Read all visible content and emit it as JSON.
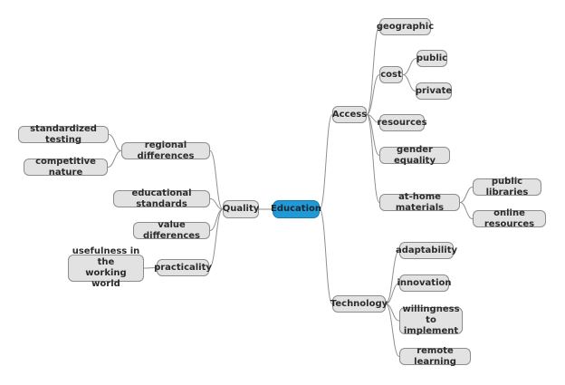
{
  "diagram": {
    "type": "mind-map",
    "colors": {
      "root_fill": "#1f9ad6",
      "node_fill": "#e2e2e2",
      "node_border": "#8c8c8c",
      "line": "#8f8f8f"
    },
    "nodes": [
      {
        "id": "education",
        "label": "Education"
      },
      {
        "id": "access",
        "label": "Access"
      },
      {
        "id": "geographic",
        "label": "geographic"
      },
      {
        "id": "cost",
        "label": "cost"
      },
      {
        "id": "public",
        "label": "public"
      },
      {
        "id": "private",
        "label": "private"
      },
      {
        "id": "resources",
        "label": "resources"
      },
      {
        "id": "gender-equality",
        "label": "gender equality"
      },
      {
        "id": "at-home-materials",
        "label": "at-home materials"
      },
      {
        "id": "public-libraries",
        "label": "public libraries"
      },
      {
        "id": "online-resources",
        "label": "online resources"
      },
      {
        "id": "technology",
        "label": "Technology"
      },
      {
        "id": "adaptability",
        "label": "adaptability"
      },
      {
        "id": "innovation",
        "label": "innovation"
      },
      {
        "id": "willingness",
        "label": "willingness to\nimplement"
      },
      {
        "id": "remote-learning",
        "label": "remote learning"
      },
      {
        "id": "quality",
        "label": "Quality"
      },
      {
        "id": "regional-differences",
        "label": "regional differences"
      },
      {
        "id": "standardized-testing",
        "label": "standardized testing"
      },
      {
        "id": "competitive-nature",
        "label": "competitive nature"
      },
      {
        "id": "educational-standards",
        "label": "educational standards"
      },
      {
        "id": "value-differences",
        "label": "value differences"
      },
      {
        "id": "practicality",
        "label": "practicality"
      },
      {
        "id": "usefulness",
        "label": "usefulness in the\nworking world"
      }
    ],
    "edges": [
      [
        "education",
        "access"
      ],
      [
        "access",
        "geographic"
      ],
      [
        "access",
        "cost"
      ],
      [
        "cost",
        "public"
      ],
      [
        "cost",
        "private"
      ],
      [
        "access",
        "resources"
      ],
      [
        "access",
        "gender-equality"
      ],
      [
        "access",
        "at-home-materials"
      ],
      [
        "at-home-materials",
        "public-libraries"
      ],
      [
        "at-home-materials",
        "online-resources"
      ],
      [
        "education",
        "technology"
      ],
      [
        "technology",
        "adaptability"
      ],
      [
        "technology",
        "innovation"
      ],
      [
        "technology",
        "willingness"
      ],
      [
        "technology",
        "remote-learning"
      ],
      [
        "education",
        "quality"
      ],
      [
        "quality",
        "regional-differences"
      ],
      [
        "regional-differences",
        "standardized-testing"
      ],
      [
        "regional-differences",
        "competitive-nature"
      ],
      [
        "quality",
        "educational-standards"
      ],
      [
        "quality",
        "value-differences"
      ],
      [
        "quality",
        "practicality"
      ],
      [
        "practicality",
        "usefulness"
      ]
    ]
  }
}
